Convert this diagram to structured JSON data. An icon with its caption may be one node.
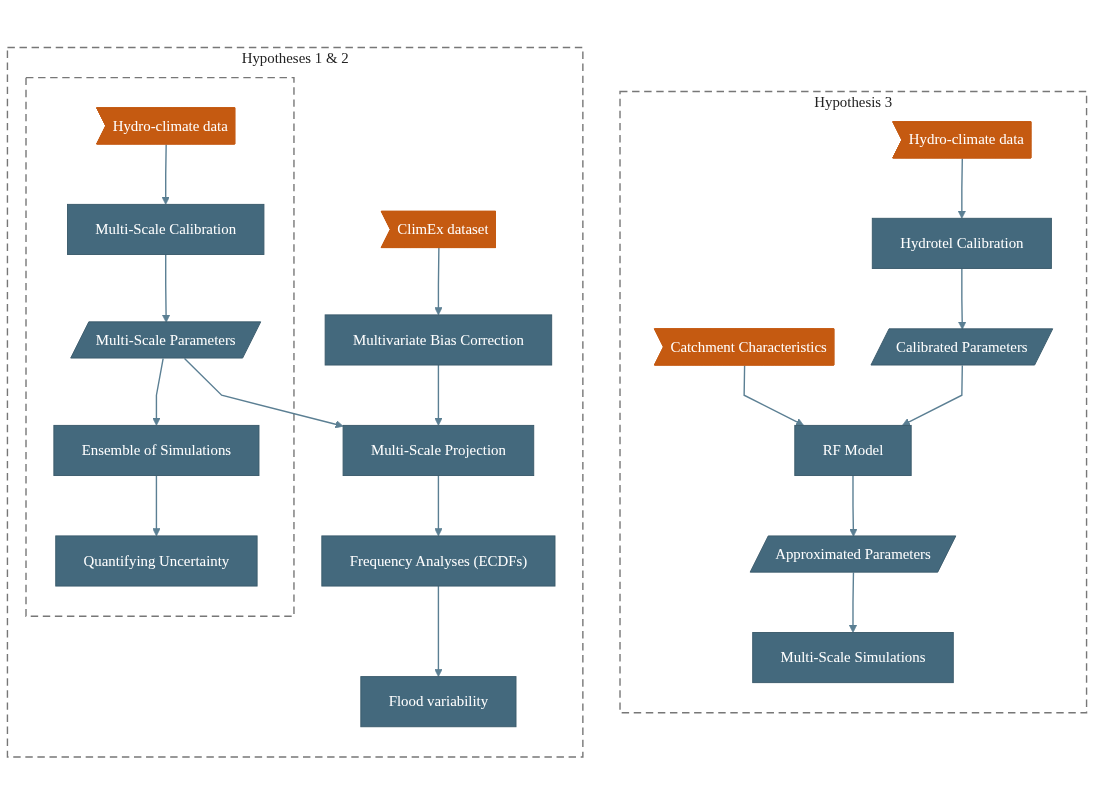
{
  "diagram": {
    "nodes": [
      {
        "text": [
          "Hypotheses 1 & 2"
        ]
      },
      {
        "text": [],
        "shape": "box",
        "in": 0
      },
      {
        "text": [
          "Hydro-climate data"
        ],
        "in": 1
      },
      {
        "text": [
          "Multi-Scale Calibration"
        ],
        "in": 1
      },
      {
        "text": [
          "Multi-Scale Parameters"
        ],
        "in": 1
      },
      {
        "text": [
          "Ensemble of Simulations"
        ],
        "in": 1
      },
      {
        "text": [
          "Quantifying Uncertainty"
        ],
        "in": 1
      },
      {
        "text": [
          "ClimEx dataset"
        ],
        "in": 0
      },
      {
        "text": [
          "Multivariate Bias Correction"
        ],
        "in": 0
      },
      {
        "text": [
          "Multi-Scale Projection"
        ],
        "in": 0
      },
      {
        "text": [
          "Frequency Analyses (ECDFs)"
        ],
        "in": 0
      },
      {
        "text": [
          "Flood variability"
        ],
        "in": 0
      },
      {
        "text": [
          "Hypothesis 3"
        ]
      },
      {
        "text": [
          "Hydro-climate data"
        ],
        "in": 12
      },
      {
        "text": [
          "Catchment Characteristics"
        ],
        "in": 12
      },
      {
        "text": [
          "Hydrotel Calibration"
        ],
        "in": 12
      },
      {
        "text": [
          "Calibrated Parameters"
        ],
        "in": 12
      },
      {
        "text": [
          "RF Model"
        ],
        "in": 12
      },
      {
        "text": [
          "Approximated Parameters"
        ],
        "in": 12
      },
      {
        "text": [
          "Multi-Scale Simulations"
        ],
        "in": 12
      }
    ],
    "edges": [
      {
        "from": 2,
        "to": 3,
        "arrow": "to"
      },
      {
        "from": 3,
        "to": 4,
        "arrow": "to"
      },
      {
        "from": 4,
        "to": 5,
        "arrow": "to"
      },
      {
        "from": 5,
        "to": 6,
        "arrow": "to"
      },
      {
        "from": 7,
        "to": 8,
        "arrow": "to"
      },
      {
        "from": 8,
        "to": 9,
        "arrow": "to"
      },
      {
        "from": 4,
        "to": 9,
        "arrow": "to"
      },
      {
        "from": 9,
        "to": 10,
        "arrow": "to"
      },
      {
        "from": 10,
        "to": 11,
        "arrow": "to"
      },
      {
        "from": 13,
        "to": 15,
        "arrow": "to"
      },
      {
        "from": 15,
        "to": 16,
        "arrow": "to"
      },
      {
        "from": 14,
        "to": 17,
        "arrow": "to"
      },
      {
        "from": 16,
        "to": 17,
        "arrow": "to"
      },
      {
        "from": 17,
        "to": 18,
        "arrow": "to"
      },
      {
        "from": 18,
        "to": 19,
        "arrow": "to"
      }
    ]
  }
}
